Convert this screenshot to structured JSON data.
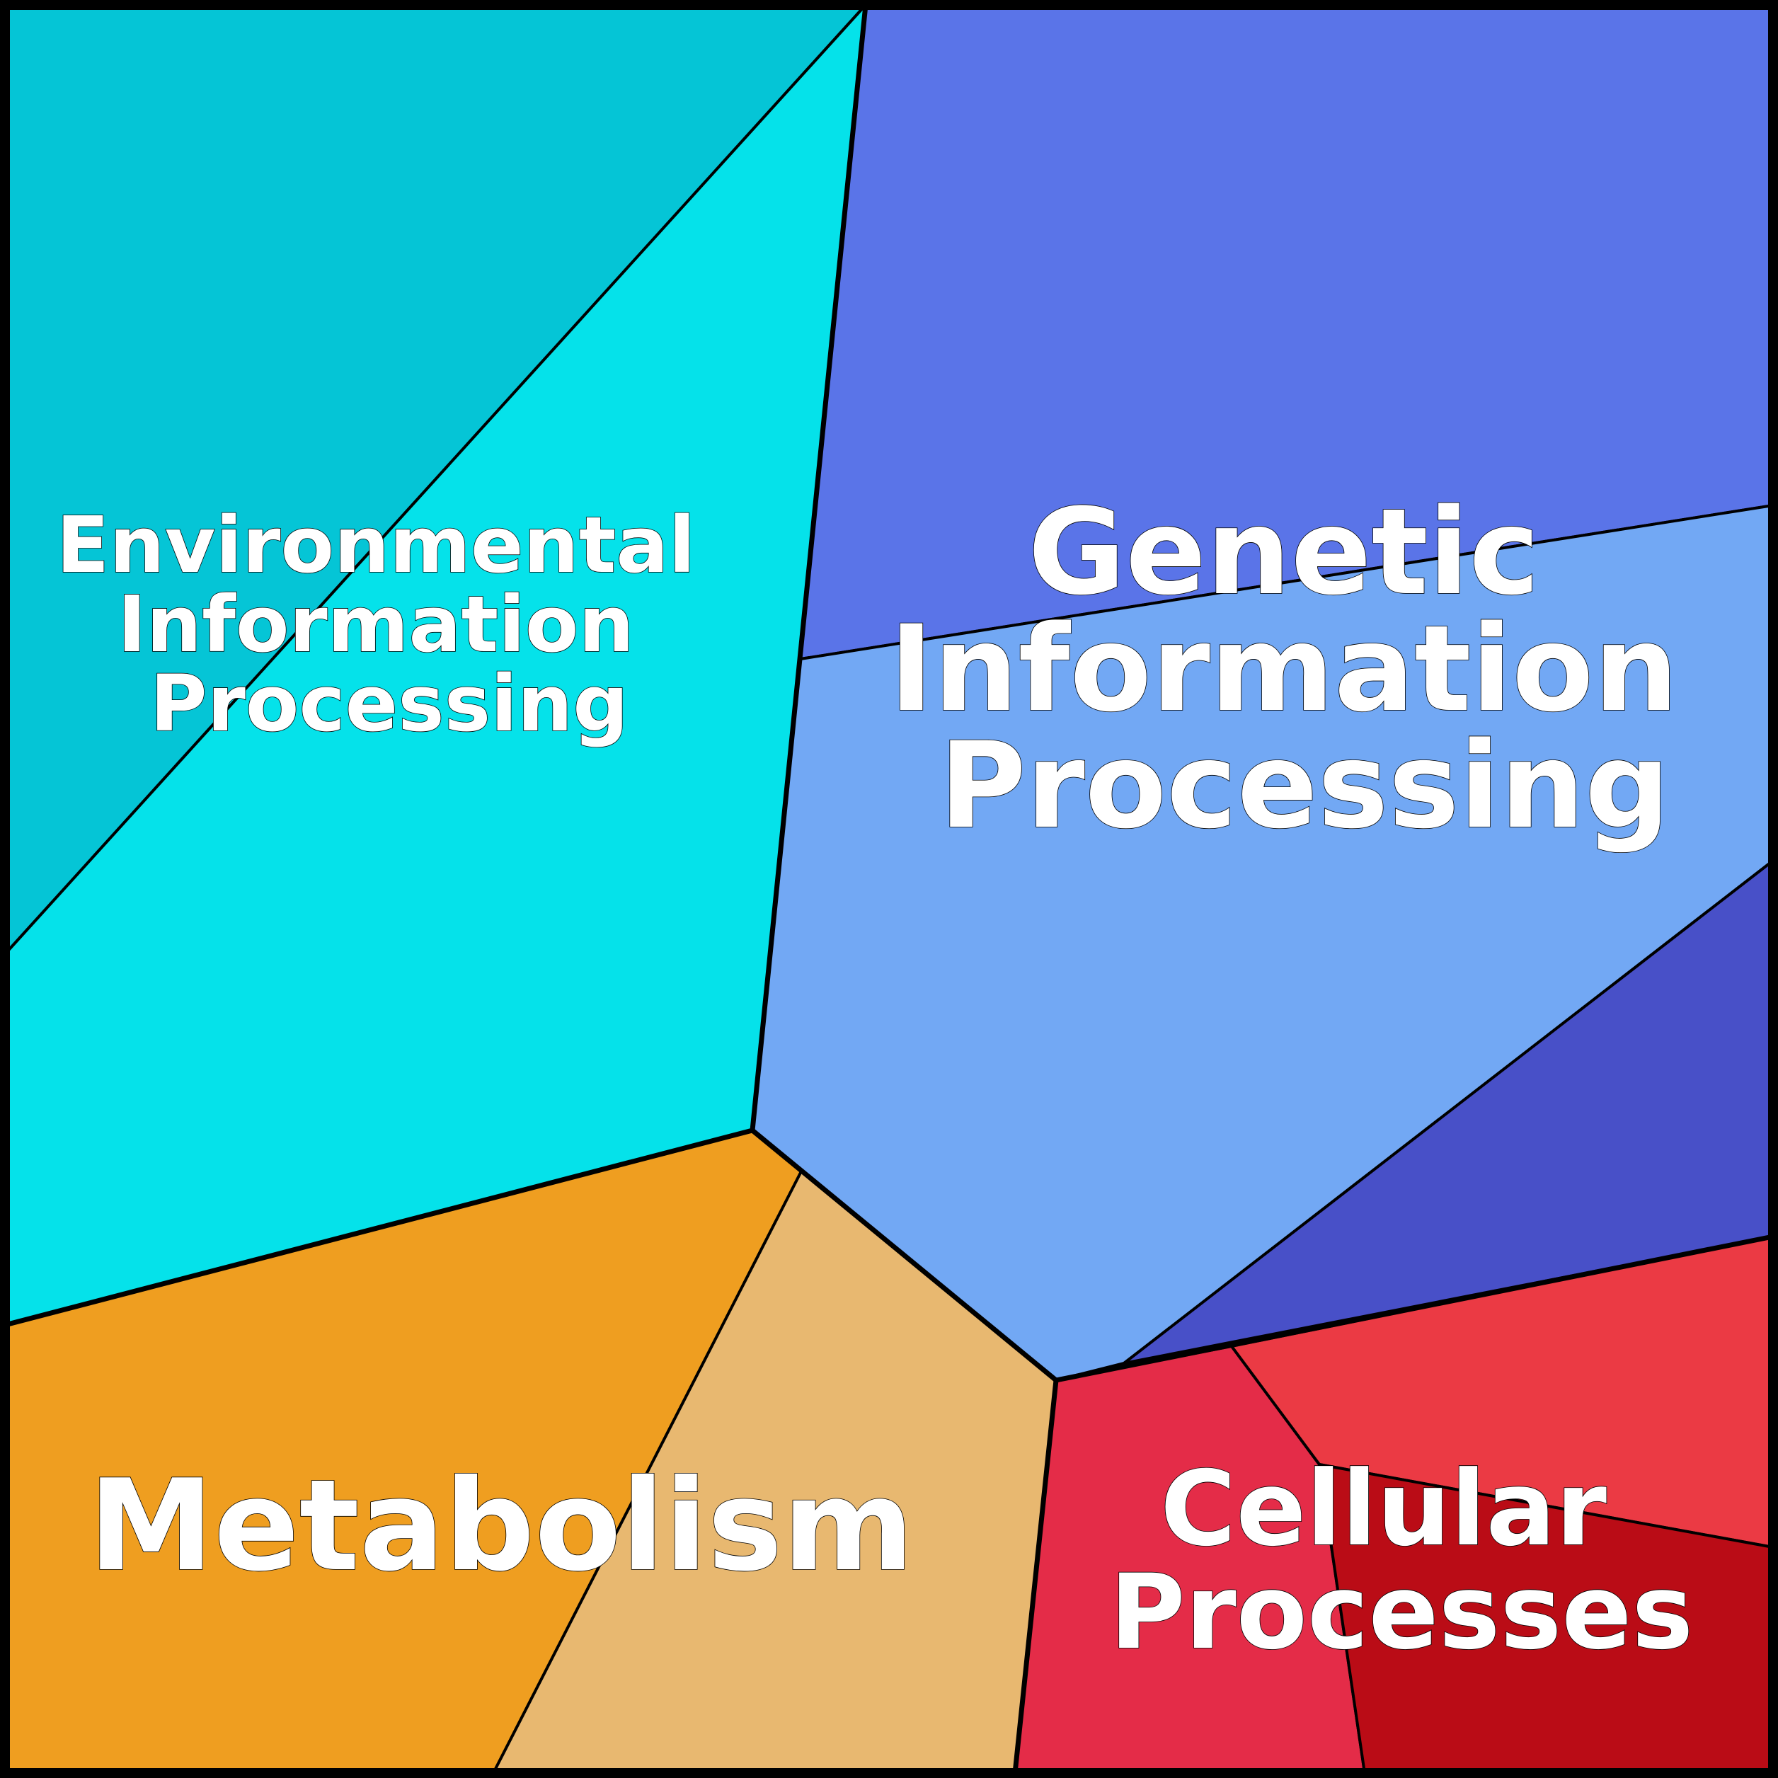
{
  "groups": [
    {
      "id": "environmental",
      "label_lines": [
        "Environmental",
        "Information",
        "Processing"
      ],
      "cell_colors": [
        "#05C5D6",
        "#05E2EA"
      ]
    },
    {
      "id": "genetic",
      "label_lines": [
        "Genetic",
        "Information",
        "Processing"
      ],
      "cell_colors": [
        "#5A74E8",
        "#72A8F4",
        "#4850C8"
      ]
    },
    {
      "id": "metabolism",
      "label_lines": [
        "Metabolism"
      ],
      "cell_colors": [
        "#EF9E20",
        "#E8B870"
      ]
    },
    {
      "id": "cellular",
      "label_lines": [
        "Cellular",
        "Processes"
      ],
      "cell_colors": [
        "#E42C48",
        "#EB3A44",
        "#BA0C16"
      ]
    }
  ]
}
